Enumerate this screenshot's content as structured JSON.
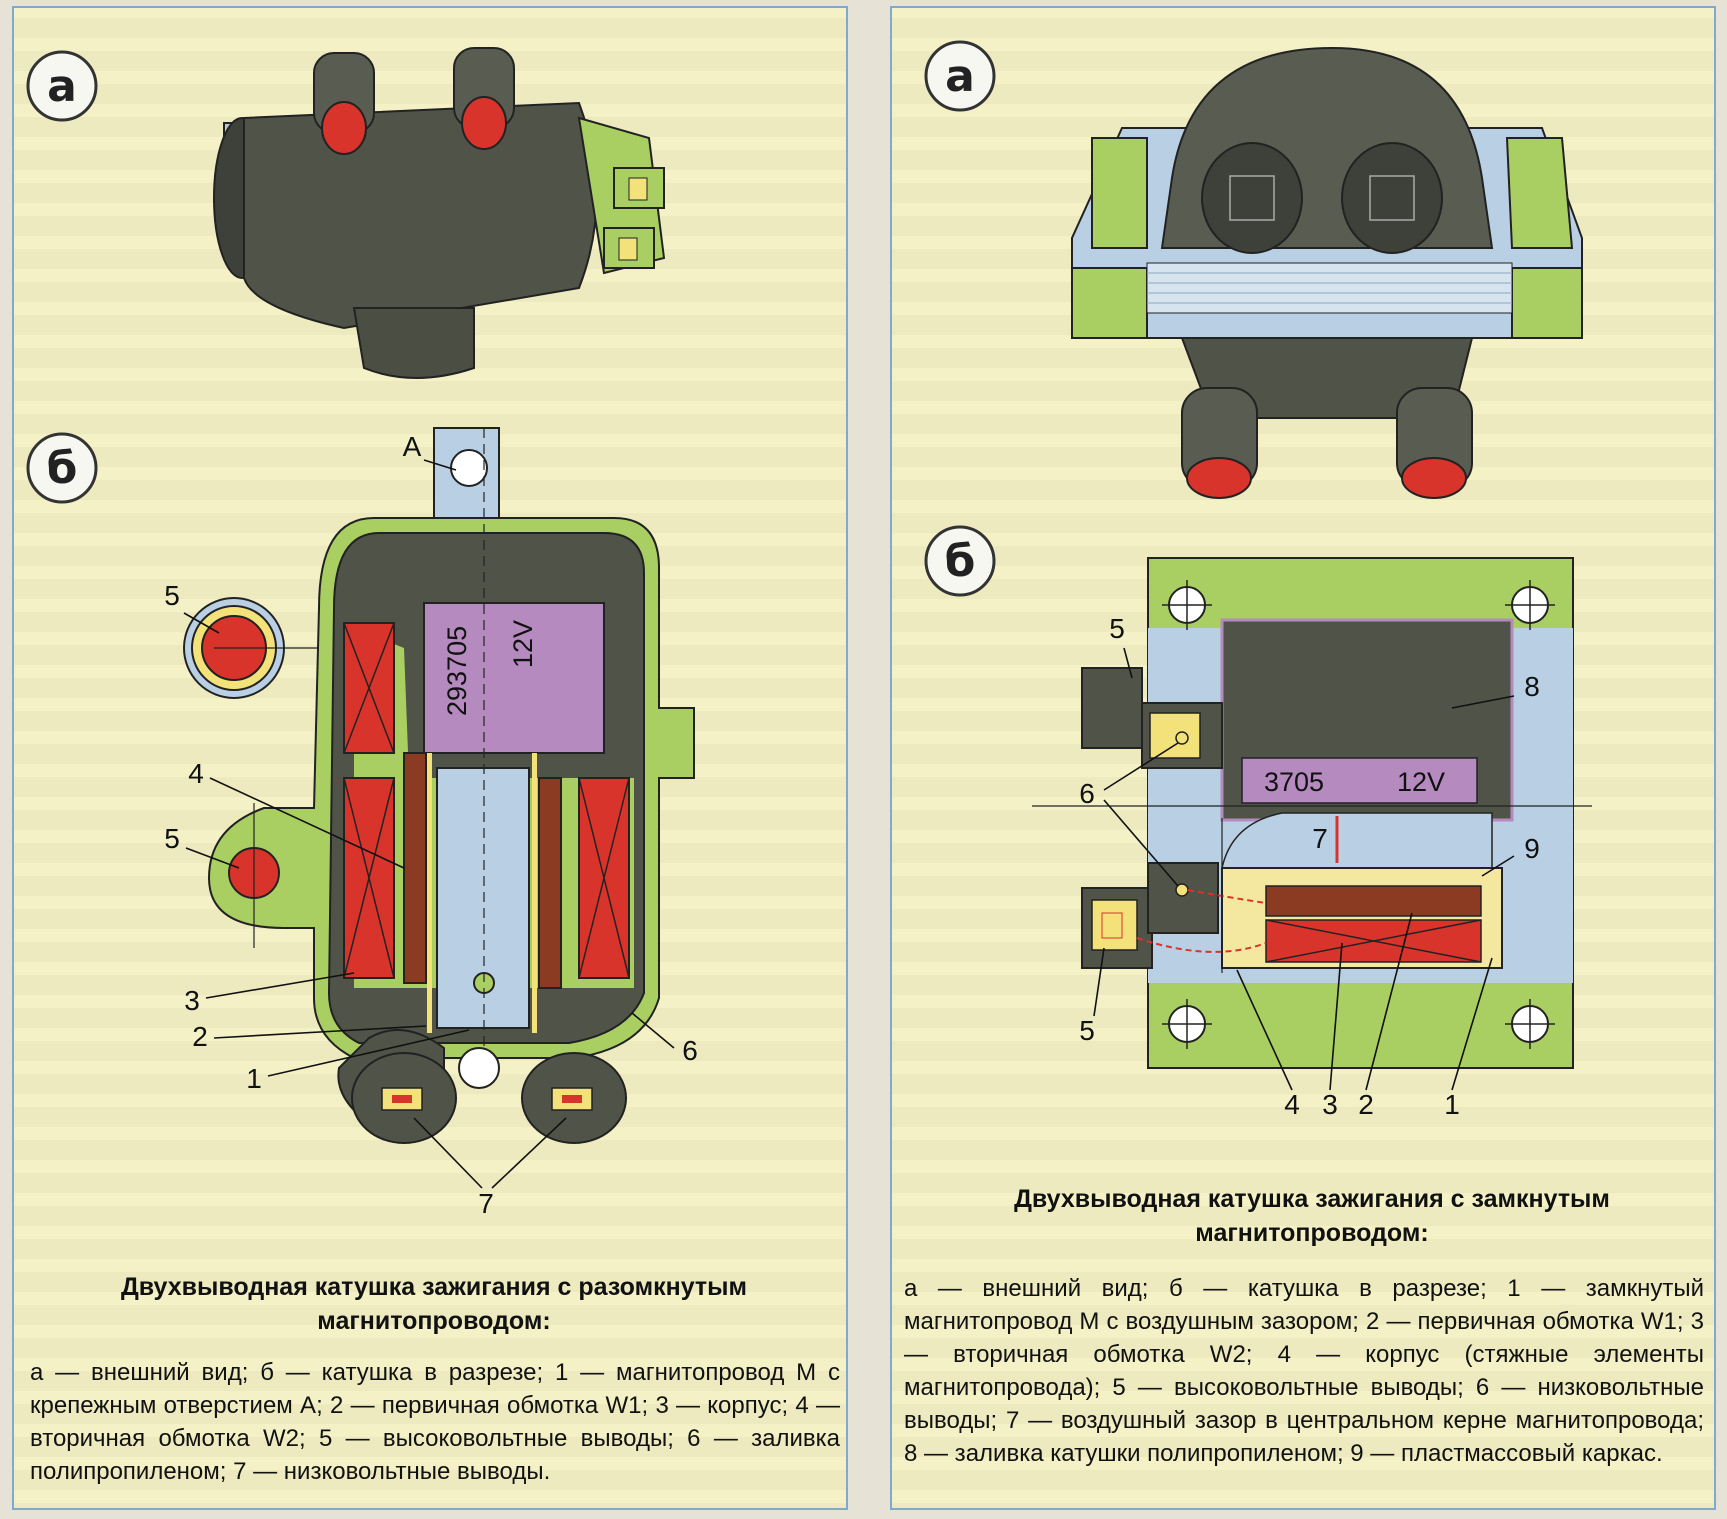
{
  "left": {
    "badge_a": "а",
    "badge_b": "б",
    "label_A": "A",
    "core_code": "293705",
    "core_voltage": "12V",
    "callouts": [
      "5",
      "4",
      "5",
      "3",
      "2",
      "1",
      "6",
      "7"
    ],
    "caption_title": "Двухвыводная катушка зажигания с разомкнутым магнитопроводом:",
    "caption_body": "а — внешний вид; б — катушка в разрезе; 1 — магнитопровод М с крепежным отверстием А; 2 — первичная обмотка W1; 3 — корпус; 4 — вторичная обмотка W2; 5 — высоковольтные выводы; 6 — заливка полипропиленом; 7 — низковольтные выводы."
  },
  "right": {
    "badge_a": "а",
    "badge_b": "б",
    "core_code": "3705",
    "core_voltage": "12V",
    "callouts": [
      "5",
      "8",
      "6",
      "7",
      "9",
      "5",
      "4",
      "3",
      "2",
      "1"
    ],
    "caption_title": "Двухвыводная катушка зажигания с замкнутым магнитопроводом:",
    "caption_body": "а — внешний вид; б — катушка в разрезе; 1 — замкнутый магнитопровод М с воздушным зазором; 2 — первичная обмотка W1; 3 — вторичная обмотка W2; 4 — корпус (стяжные элементы магнитопровода); 5 — высоковольтные выводы; 6 — низковольтные выводы; 7 — воздушный зазор в центральном керне магнитопровода; 8 — заливка катушки полипропиленом; 9 — пластмассовый каркас."
  },
  "colors": {
    "body_dark": "#4f5348",
    "green": "#a9cf63",
    "blue": "#b8cfe4",
    "red": "#d9342b",
    "purple": "#b58bbf",
    "yellow": "#f3e27a"
  }
}
